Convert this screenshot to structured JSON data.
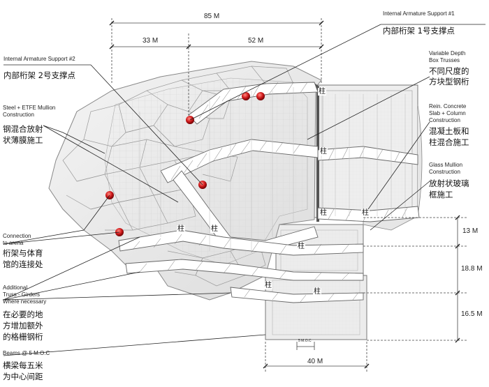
{
  "dimensions": {
    "total_width": "85 M",
    "left_span": "33 M",
    "right_span": "52 M",
    "row1": "13 M",
    "row2": "18.8 M",
    "row3": "16.5 M",
    "bottom_width": "40 M",
    "moc": "5 M.O.C"
  },
  "annotations": {
    "support1_en": "Internal Armature Support #1",
    "support1_zh": "内部桁架 1号支撑点",
    "support2_en": "Internal Armature Support #2",
    "support2_zh": "内部桁架 2号支撑点",
    "trusses_en_1": "Variable Depth",
    "trusses_en_2": "Box Trusses",
    "trusses_zh_1": "不同尺度的",
    "trusses_zh_2": "方块型钢桁",
    "slab_en_1": "Rein. Concrete",
    "slab_en_2": "Slab + Column",
    "slab_en_3": "Construction",
    "slab_zh_1": "混凝土板和",
    "slab_zh_2": "柱混合施工",
    "steel_en_1": "Steel + ETFE Mullion",
    "steel_en_2": "Construction",
    "steel_zh_1": "钢混合放射",
    "steel_zh_2": "状薄膜施工",
    "glass_en_1": "Glass Mullion",
    "glass_en_2": "Construction",
    "glass_zh_1": "放射状玻璃",
    "glass_zh_2": "框施工",
    "arena_en_1": "Connection",
    "arena_en_2": "to arena",
    "arena_zh_1": "桁架与体育",
    "arena_zh_2": "馆的连接处",
    "girders_en_1": "Additional",
    "girders_en_2": "Truss - Girders",
    "girders_en_3": "Where necessary",
    "girders_zh_1": "在必要的地",
    "girders_zh_2": "方增加额外",
    "girders_zh_3": "的格栅钢桁",
    "beams_en": "Beams @ 5 M.O.C",
    "beams_zh_1": "横梁每五米",
    "beams_zh_2": "为中心间距"
  },
  "column_label": "柱"
}
